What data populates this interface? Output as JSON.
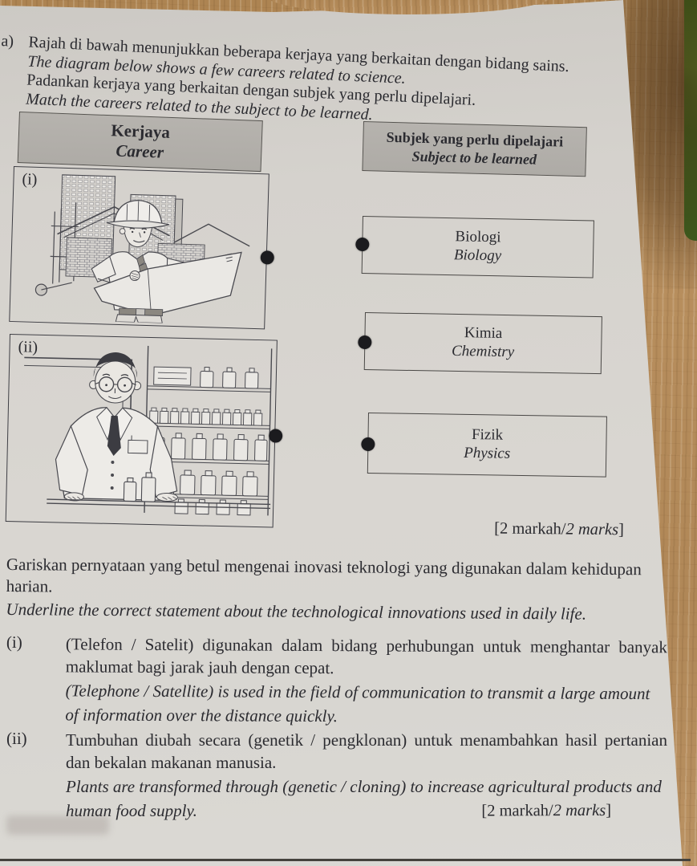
{
  "colors": {
    "paper": "#d6d3ce",
    "wood_desk": "#b58c5c",
    "gray_header_box": "#b3b0ab",
    "ink": "#2b2b30",
    "connector_dot": "#1b1b1e",
    "green_object": "#4d7a26"
  },
  "intro": {
    "label": "a)",
    "ms1": "Rajah di bawah menunjukkan beberapa kerjaya yang berkaitan dengan bidang sains.",
    "en1": "The diagram below shows a few careers related to science.",
    "ms2": "Padankan kerjaya yang berkaitan dengan subjek yang perlu dipelajari.",
    "en2": "Match the careers related to the subject to be learned."
  },
  "matching": {
    "career_header_ms": "Kerjaya",
    "career_header_en": "Career",
    "subject_header_ms": "Subjek yang perlu dipelajari",
    "subject_header_en": "Subject to be learned",
    "careers": [
      {
        "label": "(i)",
        "illustration": "engineer-with-blueprint-and-buildings"
      },
      {
        "label": "(ii)",
        "illustration": "pharmacist-with-medicine-shelves"
      }
    ],
    "subjects": [
      {
        "ms": "Biologi",
        "en": "Biology"
      },
      {
        "ms": "Kimia",
        "en": "Chemistry"
      },
      {
        "ms": "Fizik",
        "en": "Physics"
      }
    ]
  },
  "marks1": {
    "prefix": "[2 markah/",
    "italic": "2 marks",
    "suffix": "]"
  },
  "underline": {
    "ms": "Gariskan pernyataan yang betul mengenai inovasi teknologi yang digunakan dalam kehidupan harian.",
    "en": "Underline the correct statement about the technological innovations used in daily life.",
    "items": [
      {
        "label": "(i)",
        "ms": "(Telefon / Satelit) digunakan dalam bidang perhubungan untuk menghantar banyak maklumat bagi jarak jauh dengan cepat.",
        "en": "(Telephone / Satellite) is used in the field of communication to transmit a large amount of information over the distance quickly."
      },
      {
        "label": "(ii)",
        "ms": "Tumbuhan diubah secara (genetik / pengklonan) untuk menambahkan hasil pertanian dan bekalan makanan manusia.",
        "en": "Plants are transformed through (genetic / cloning) to increase agricultural products and human food supply."
      }
    ]
  },
  "marks2": {
    "prefix": "[2 markah/",
    "italic": "2 marks",
    "suffix": "]"
  }
}
